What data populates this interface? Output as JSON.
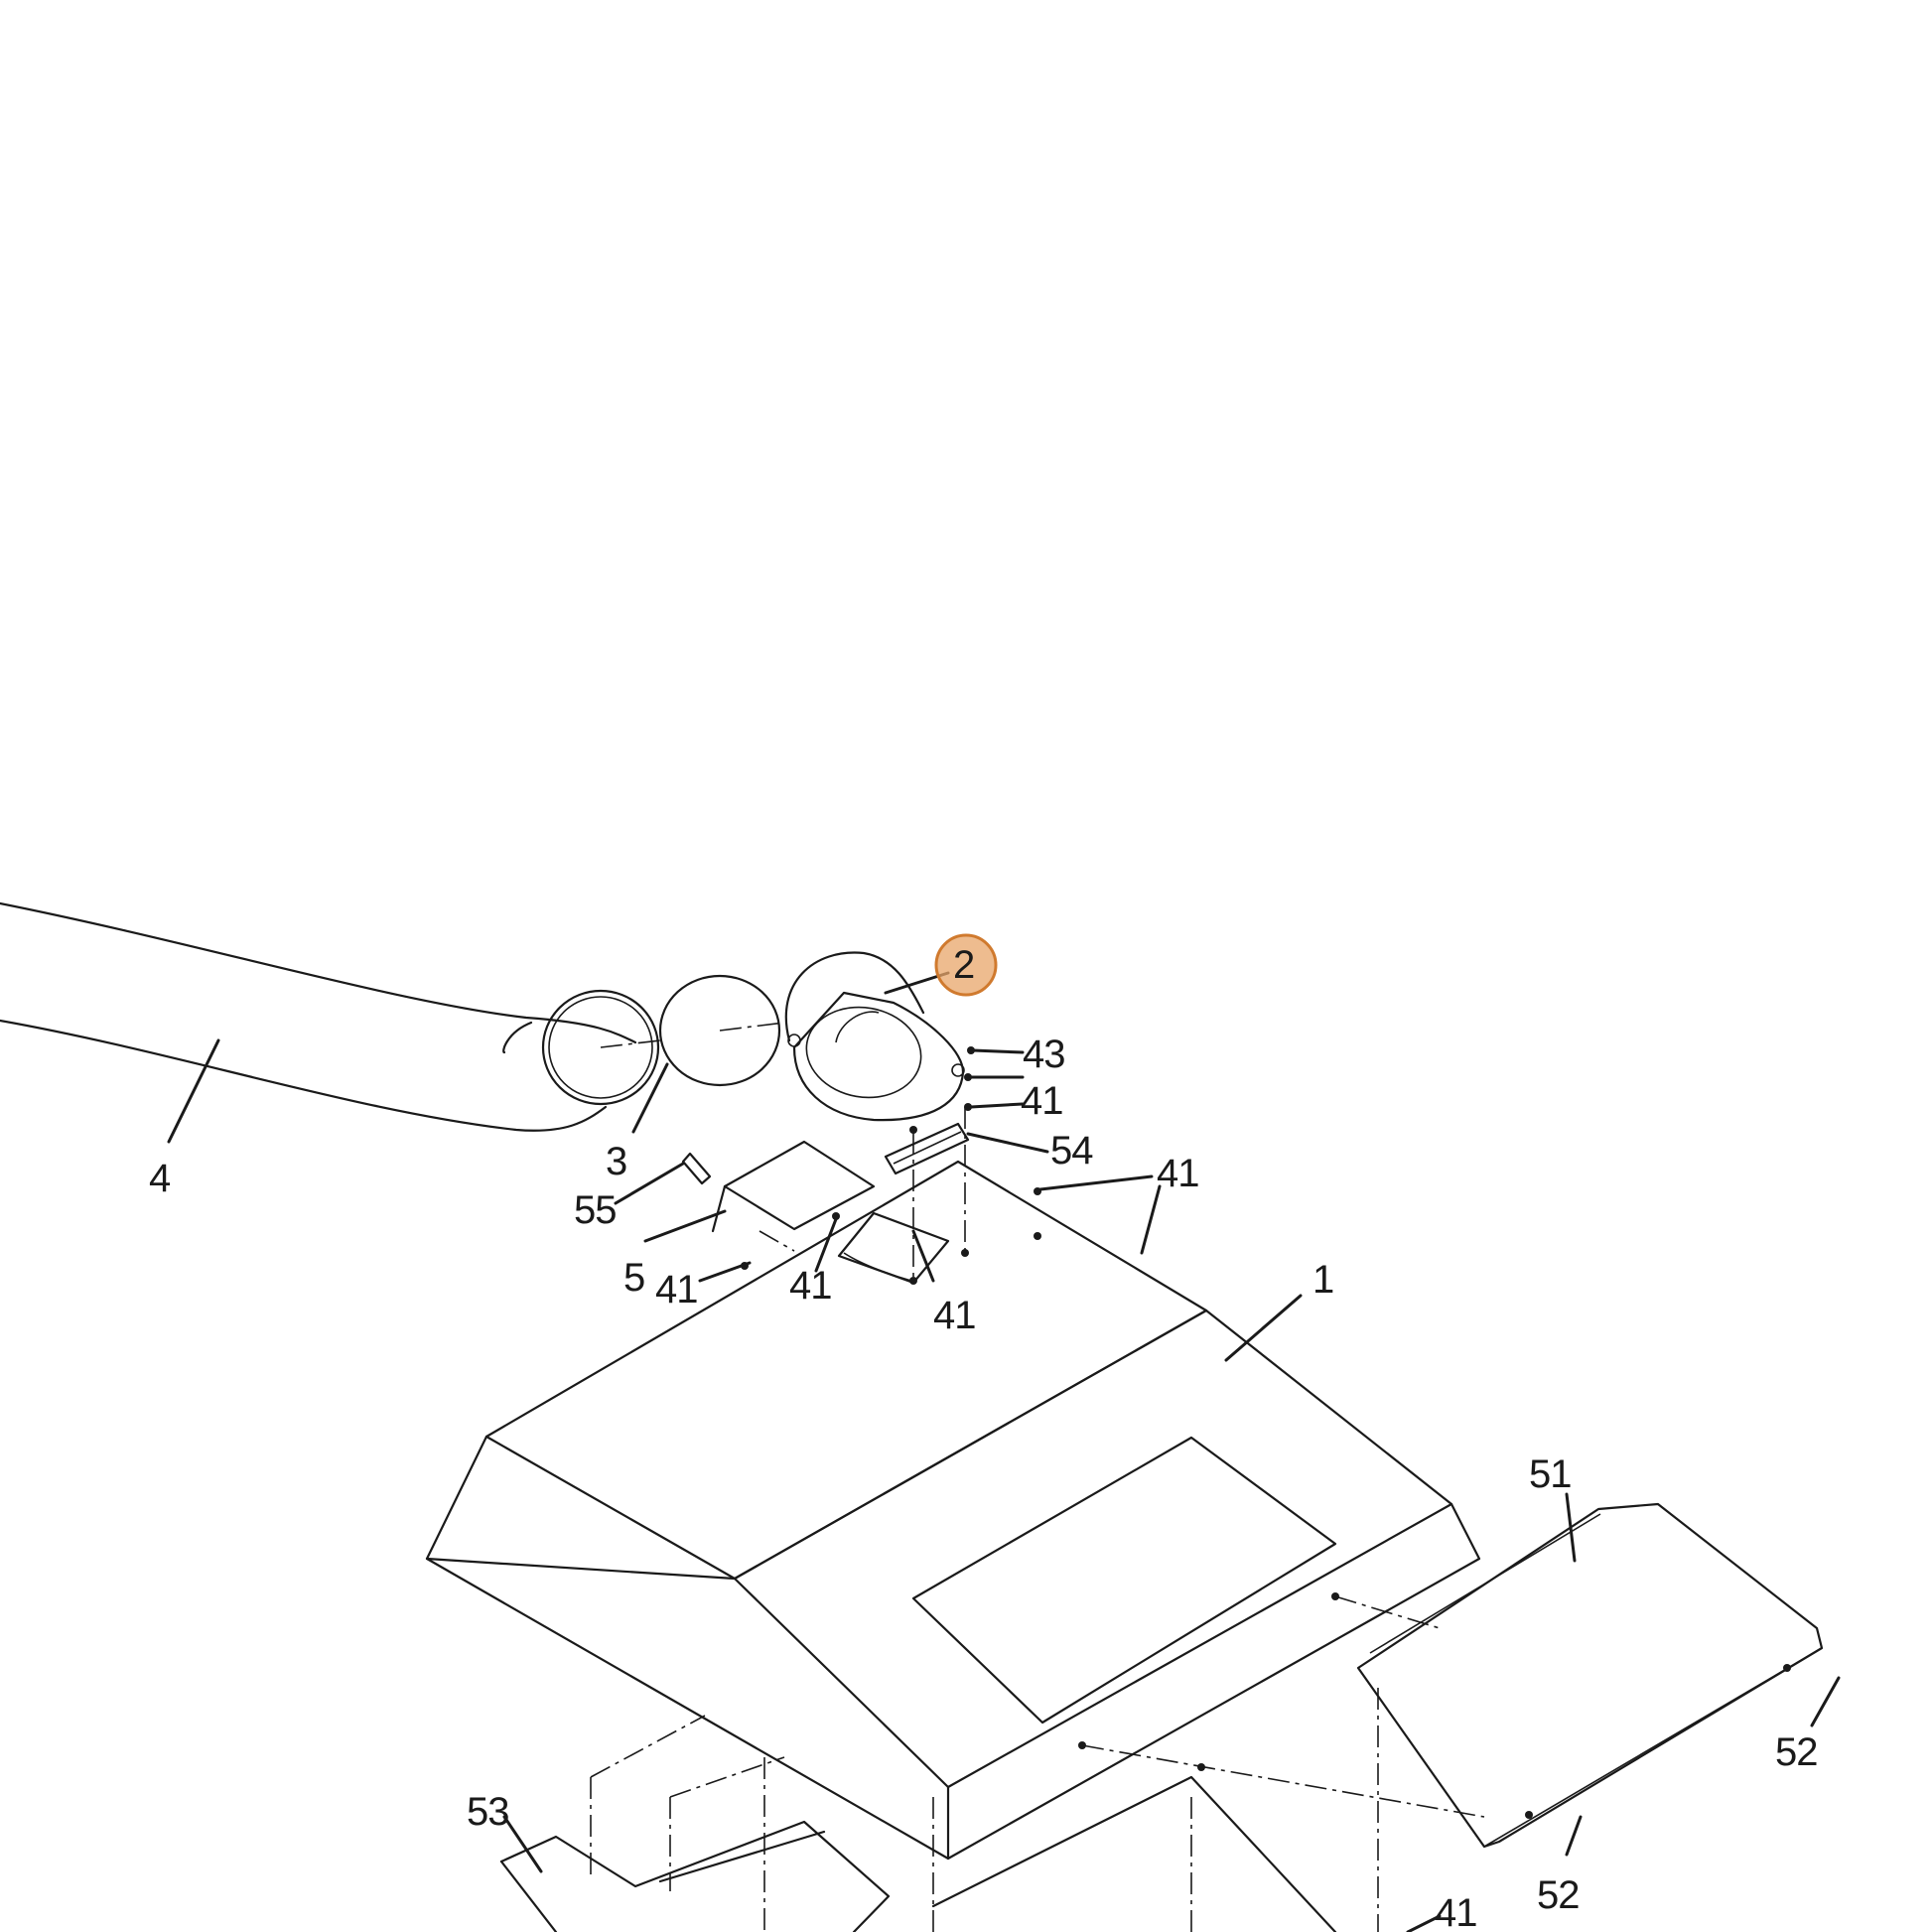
{
  "diagram": {
    "callouts": [
      {
        "label": "1"
      },
      {
        "label": "2"
      },
      {
        "label": "3"
      },
      {
        "label": "4"
      },
      {
        "label": "5"
      },
      {
        "label": "41"
      },
      {
        "label": "41"
      },
      {
        "label": "41"
      },
      {
        "label": "41"
      },
      {
        "label": "41"
      },
      {
        "label": "41"
      },
      {
        "label": "43"
      },
      {
        "label": "51"
      },
      {
        "label": "52"
      },
      {
        "label": "52"
      },
      {
        "label": "53"
      },
      {
        "label": "54"
      },
      {
        "label": "55"
      }
    ],
    "highlighted_callout": "2",
    "highlight_color": "#e8a56a"
  }
}
